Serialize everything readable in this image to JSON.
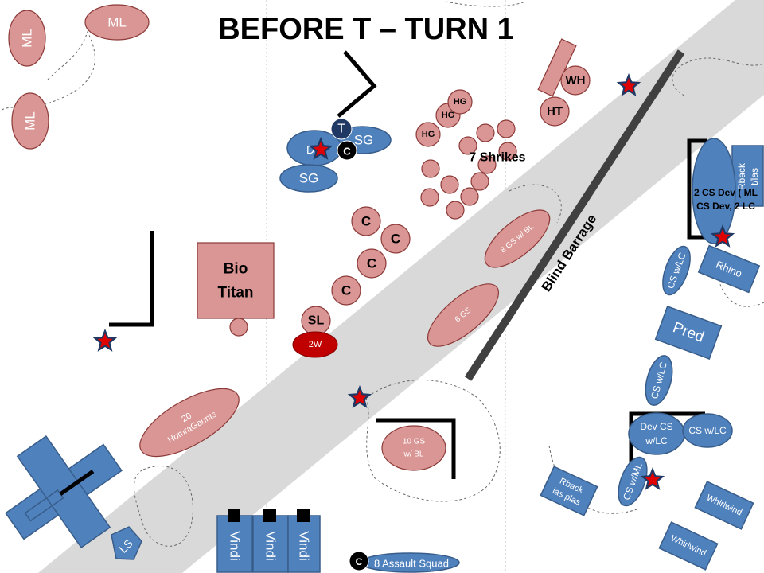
{
  "title": "BEFORE T – TURN 1",
  "colors": {
    "band": "#d9d9d9",
    "tyranid": "#d99694",
    "marine": "#4f81bd",
    "star": "#e00000",
    "barrage": "#404040"
  },
  "tyranids": {
    "ml1": "ML",
    "ml2": "ML",
    "ml3": "ML",
    "t": "T",
    "sg1": "SG",
    "sg2": "SG",
    "d": "D",
    "c_black": "C",
    "hg": [
      "HG",
      "HG",
      "HG"
    ],
    "shrikes": "7 Shrikes",
    "wh": "WH",
    "ht": "HT",
    "c": [
      "C",
      "C",
      "C",
      "C"
    ],
    "sl": "SL",
    "w2": "2W",
    "bio_titan": [
      "Bio",
      "Titan"
    ],
    "gs8": "8 GS w/ BL",
    "gs6": "6 GS",
    "gaunts": [
      "20",
      "HomraGaunts"
    ],
    "gs10": [
      "10 GS",
      "w/ BL"
    ],
    "c_assault": "C"
  },
  "marines": {
    "vindi": [
      "Vindi",
      "Vindi",
      "Vindi"
    ],
    "assault": "8 Assault Squad",
    "ls": "LS",
    "dev_text": [
      "2 CS Dev ( ML",
      "CS Dev, 2 LC"
    ],
    "rback_las": [
      "Rback",
      "t/las"
    ],
    "cs_lc1": "CS w/LC",
    "rhino": "Rhino",
    "pred": "Pred",
    "cs_lc2": "CS w/LC",
    "dev_cs": [
      "Dev CS",
      "w/LC"
    ],
    "cs_lc3": "CS w/LC",
    "cs_ml": "CS w/ML",
    "rback_plas": [
      "Rback",
      "las plas"
    ],
    "whirlwind1": "Whirlwind",
    "whirlwind2": "Whirlwind"
  },
  "barrage_label": "Blind Barrage"
}
